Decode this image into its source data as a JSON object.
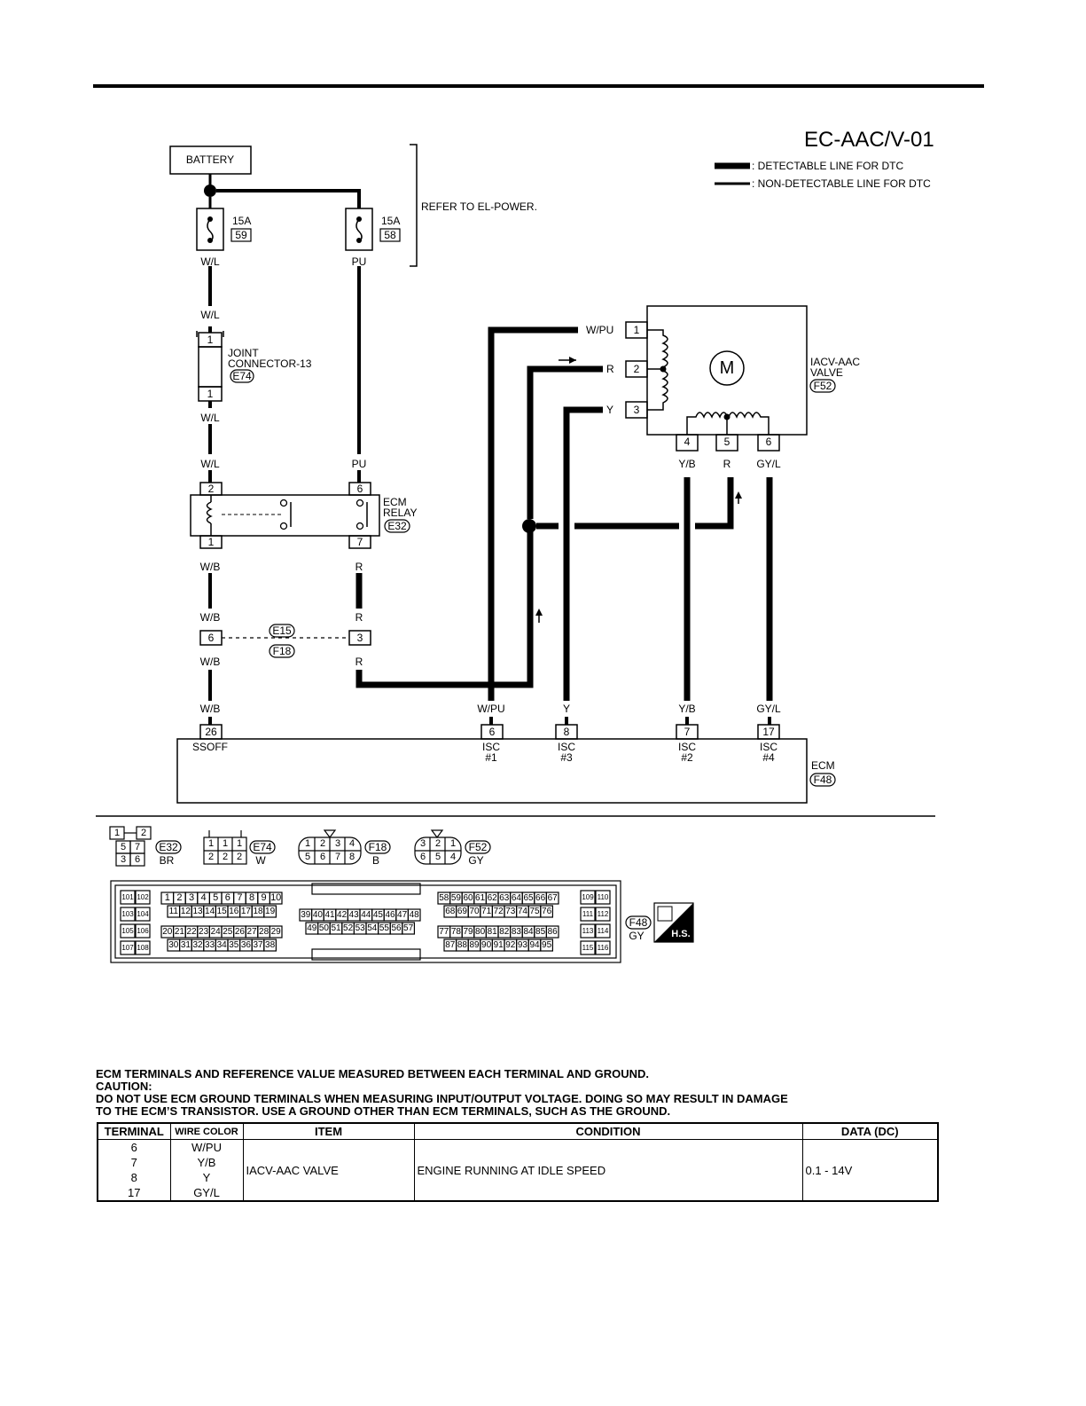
{
  "diagram_id": "EC-AAC/V-01",
  "legend": {
    "detectable": ": DETECTABLE LINE FOR DTC",
    "non_detectable": ": NON-DETECTABLE LINE FOR DTC"
  },
  "battery": "BATTERY",
  "refer_note": "REFER TO EL-POWER.",
  "fuses": [
    {
      "rating": "15A",
      "number": "59",
      "wire": "W/L"
    },
    {
      "rating": "15A",
      "number": "58",
      "wire": "PU"
    }
  ],
  "joint_connector": {
    "name_line1": "JOINT",
    "name_line2": "CONNECTOR-13",
    "code": "E74",
    "pin_top": "1",
    "pin_bottom": "1"
  },
  "ecm_relay": {
    "name_line1": "ECM",
    "name_line2": "RELAY",
    "code": "E32",
    "pins": [
      "2",
      "6",
      "1",
      "7"
    ]
  },
  "iacv": {
    "name_line1": "IACV-AAC",
    "name_line2": "VALVE",
    "code": "F52",
    "motor": "M",
    "pins": [
      "1",
      "2",
      "3",
      "4",
      "5",
      "6"
    ]
  },
  "inline_connector": {
    "code_top": "E15",
    "code_bottom": "F18",
    "pin_left": "6",
    "pin_right": "3"
  },
  "wires": {
    "wl": "W/L",
    "pu": "PU",
    "wb": "W/B",
    "r": "R",
    "wpu": "W/PU",
    "y": "Y",
    "yb": "Y/B",
    "gyl": "GY/L"
  },
  "ecm": {
    "name": "ECM",
    "code": "F48",
    "terminals": [
      {
        "pin": "26",
        "wire": "W/B",
        "label1": "SSOFF",
        "label2": ""
      },
      {
        "pin": "6",
        "wire": "W/PU",
        "label1": "ISC",
        "label2": "#1"
      },
      {
        "pin": "8",
        "wire": "Y",
        "label1": "ISC",
        "label2": "#3"
      },
      {
        "pin": "7",
        "wire": "Y/B",
        "label1": "ISC",
        "label2": "#2"
      },
      {
        "pin": "17",
        "wire": "GY/L",
        "label1": "ISC",
        "label2": "#4"
      }
    ]
  },
  "connector_views": [
    {
      "code": "E32",
      "color": "BR"
    },
    {
      "code": "E74",
      "color": "W"
    },
    {
      "code": "F18",
      "color": "B"
    },
    {
      "code": "F52",
      "color": "GY"
    },
    {
      "code": "F48",
      "color": "GY"
    }
  ],
  "hs_badge": "H.S.",
  "notes": {
    "line1": "ECM TERMINALS AND REFERENCE VALUE MEASURED BETWEEN EACH TERMINAL AND GROUND.",
    "line2": "CAUTION:",
    "line3": "DO NOT USE ECM GROUND TERMINALS WHEN MEASURING INPUT/OUTPUT VOLTAGE. DOING SO MAY RESULT IN DAMAGE",
    "line4": "TO THE ECM’S TRANSISTOR. USE A GROUND OTHER THAN ECM TERMINALS, SUCH AS THE GROUND."
  },
  "table": {
    "headers": [
      "TERMINAL",
      "WIRE COLOR",
      "ITEM",
      "CONDITION",
      "DATA (DC)"
    ],
    "terminals": [
      "6",
      "7",
      "8",
      "17"
    ],
    "wire_colors": [
      "W/PU",
      "Y/B",
      "Y",
      "GY/L"
    ],
    "item": "IACV-AAC VALVE",
    "condition": "ENGINE RUNNING AT IDLE SPEED",
    "data": "0.1 - 14V"
  }
}
